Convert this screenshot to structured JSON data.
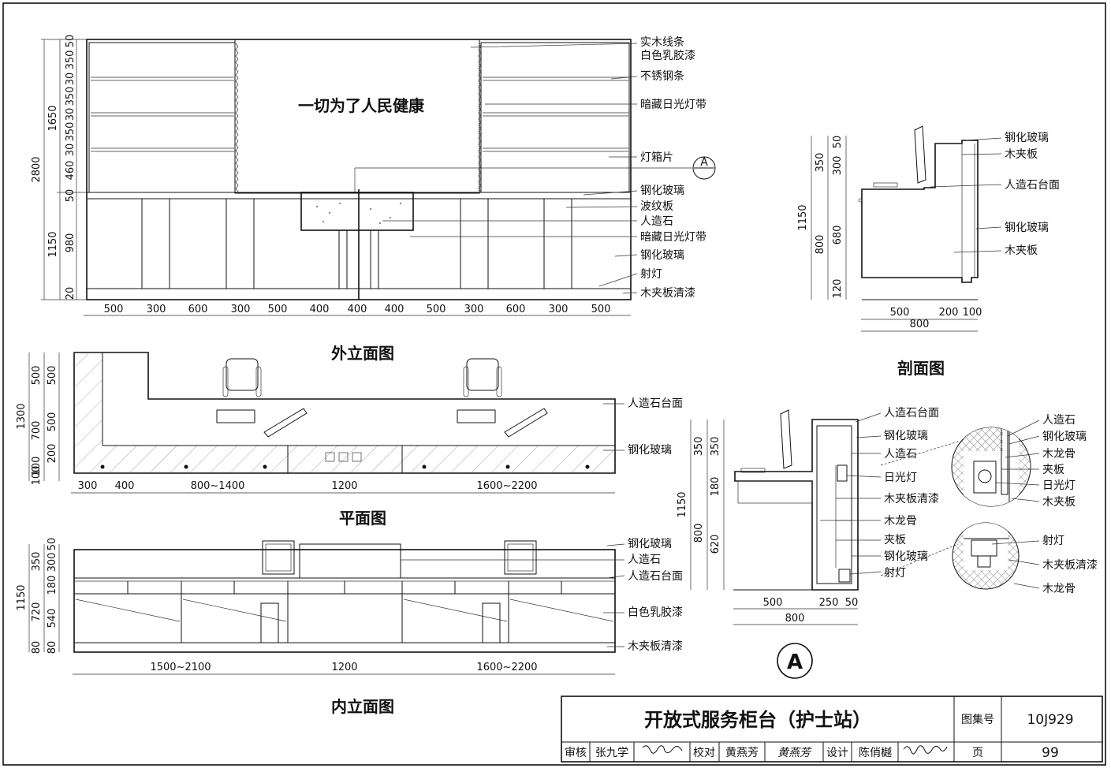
{
  "drawing": {
    "titles": {
      "outer_elevation": "外立面图",
      "section": "剖面图",
      "plan": "平面图",
      "inner_elevation": "内立面图"
    },
    "slogan": "一切为了人民健康",
    "detail_mark": "A",
    "detail_mark_bottom": "A",
    "labels": {
      "outer": [
        "实木线条",
        "白色乳胶漆",
        "不锈钢条",
        "暗藏日光灯带",
        "灯箱片",
        "钢化玻璃",
        "波纹板",
        "人造石",
        "暗藏日光灯带",
        "钢化玻璃",
        "射灯",
        "木夹板清漆"
      ],
      "section": [
        "钢化玻璃",
        "木夹板",
        "人造石台面",
        "钢化玻璃",
        "木夹板"
      ],
      "plan": [
        "人造石台面",
        "钢化玻璃"
      ],
      "inner": [
        "钢化玻璃",
        "人造石",
        "人造石台面",
        "白色乳胶漆",
        "木夹板清漆"
      ],
      "detail_section": [
        "人造石台面",
        "钢化玻璃",
        "人造石",
        "日光灯",
        "木夹板清漆",
        "木龙骨",
        "夹板",
        "钢化玻璃",
        "射灯"
      ],
      "detail_top": [
        "人造石",
        "钢化玻璃",
        "木龙骨",
        "夹板",
        "日光灯",
        "木夹板"
      ],
      "detail_bottom": [
        "射灯",
        "木夹板清漆",
        "木龙骨"
      ]
    },
    "dims": {
      "outer_bottom": [
        "500",
        "300",
        "600",
        "300",
        "500",
        "400",
        "400",
        "400",
        "500",
        "300",
        "600",
        "300",
        "500"
      ],
      "outer_left_total": [
        "2800"
      ],
      "outer_left_major": [
        "1650",
        "1150"
      ],
      "outer_left_minor": [
        "50",
        "350",
        "30",
        "350",
        "30",
        "350",
        "30",
        "460",
        "50",
        "980",
        "20"
      ],
      "section_left_major": [
        "1150"
      ],
      "section_left_mid": [
        "350",
        "800"
      ],
      "section_left_minor": [
        "50",
        "300",
        "680",
        "120"
      ],
      "section_bottom": [
        "500",
        "200",
        "100"
      ],
      "section_bottom_total": [
        "800"
      ],
      "plan_left_major": [
        "1300"
      ],
      "plan_left_mid": [
        "500",
        "700",
        "100",
        "100"
      ],
      "plan_left_minor": [
        "500",
        "500",
        "200"
      ],
      "plan_bottom": [
        "300",
        "400",
        "800~1400",
        "1200",
        "1600~2200"
      ],
      "inner_left_major": [
        "1150"
      ],
      "inner_left_mid": [
        "350",
        "720",
        "80"
      ],
      "inner_left_minor": [
        "50",
        "300",
        "180",
        "540",
        "80"
      ],
      "inner_bottom": [
        "1500~2100",
        "1200",
        "1600~2200"
      ],
      "detail_left_major": [
        "1150"
      ],
      "detail_left_mid": [
        "350",
        "800"
      ],
      "detail_left_minor": [
        "350",
        "180",
        "620"
      ],
      "detail_bottom": [
        "500",
        "250",
        "50"
      ],
      "detail_bottom_total": [
        "800"
      ]
    }
  },
  "title_block": {
    "drawing_title": "开放式服务柜台（护士站）",
    "atlas_label": "图集号",
    "atlas_no": "10J929",
    "review_label": "审核",
    "reviewer": "张九学",
    "check_label": "校对",
    "checker": "黄燕芳",
    "checker_sig": "黄燕芳",
    "design_label": "设计",
    "designer": "陈俏樾",
    "page_label": "页",
    "page_no": "99"
  }
}
